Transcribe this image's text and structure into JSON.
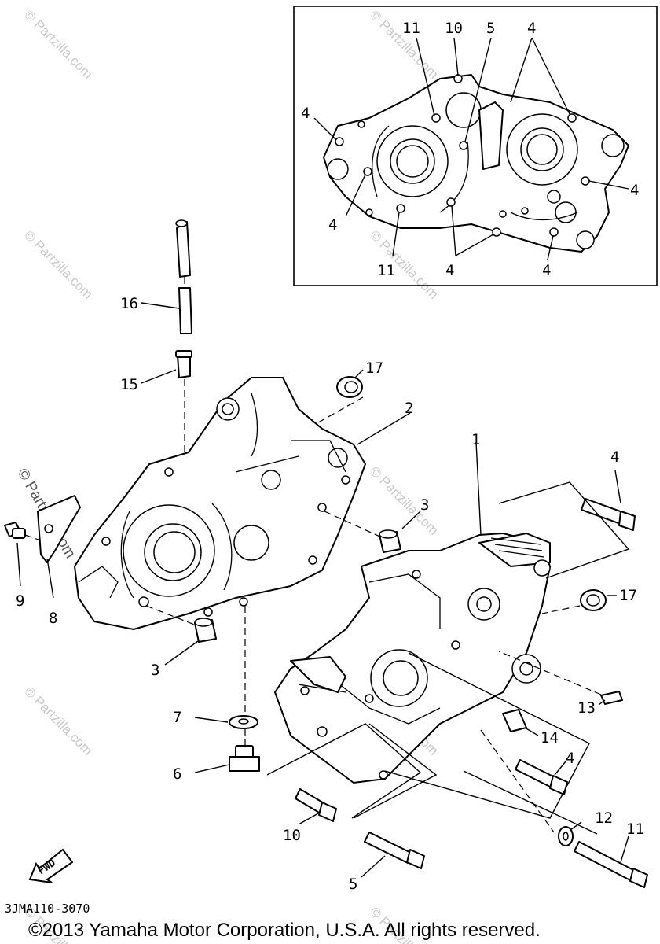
{
  "callouts": {
    "inset": [
      "11",
      "10",
      "5",
      "4",
      "4",
      "4",
      "4",
      "11",
      "4",
      "4",
      "4"
    ],
    "main": [
      "16",
      "15",
      "17",
      "2",
      "3",
      "3",
      "9",
      "8",
      "1",
      "4",
      "17",
      "13",
      "14",
      "4",
      "7",
      "6",
      "10",
      "5",
      "12",
      "11"
    ]
  },
  "fwd_label": "FWD",
  "diagram_code": "3JMA110-3070",
  "copyright": "©2013 Yamaha Motor Corporation, U.S.A. All rights reserved.",
  "watermark": "© Partzilla.com"
}
